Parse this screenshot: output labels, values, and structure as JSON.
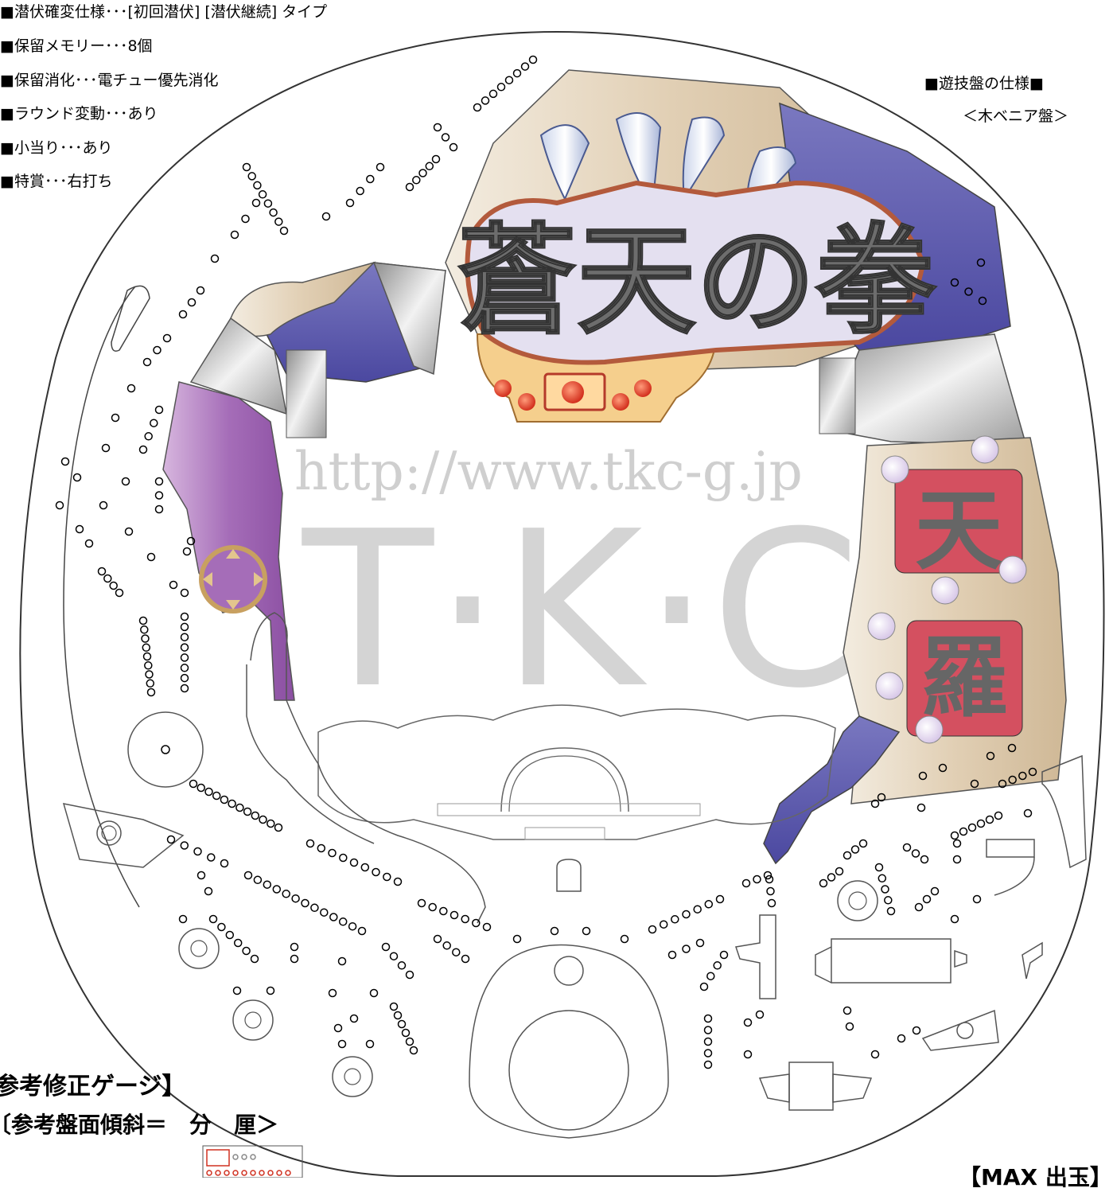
{
  "specs": [
    "■潜伏確変仕様･･･[初回潜伏] [潜伏継続] タイプ",
    "■保留メモリー･･･8個",
    "■保留消化･･･電チュー優先消化",
    "■ラウンド変動･･･あり",
    "■小当り･･･あり",
    "■特賞･･･右打ち"
  ],
  "board_spec": {
    "title": "■遊技盤の仕様■",
    "type": "＜木ベニア盤＞"
  },
  "logo": {
    "title_text": "蒼天の拳",
    "side_text_1": "天",
    "side_text_2": "羅"
  },
  "watermark": {
    "url": "http://www.tkc-g.jp",
    "brand": "T·K·C"
  },
  "gauge": {
    "heading": "参考修正ゲージ】",
    "slope": "〔参考盤面傾斜＝　分　厘＞"
  },
  "max_out": "【MAX 出玉】"
}
